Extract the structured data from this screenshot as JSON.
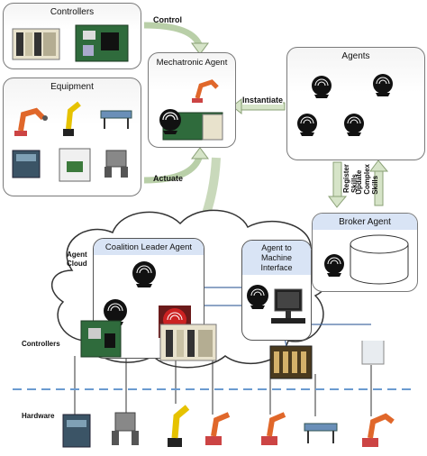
{
  "panels": {
    "controllers": "Controllers",
    "equipment": "Equipment",
    "mechatronic_agent": "Mechatronic Agent",
    "agents": "Agents",
    "broker_agent": "Broker Agent",
    "coalition_leader_agent": "Coalition Leader Agent",
    "agent_to_machine_interface": [
      "Agent to",
      "Machine",
      "Interface"
    ]
  },
  "arrows": {
    "control": "Control",
    "actuate": "Actuate",
    "instantiate": "Instantiate",
    "register_skills": [
      "Register",
      "Skills"
    ],
    "update_complex_skills": [
      "Update",
      "Complex",
      "Skills"
    ]
  },
  "side_labels": {
    "agent_cloud": [
      "Agent",
      "Cloud"
    ],
    "controllers": "Controllers",
    "hardware": "Hardware"
  },
  "colors": {
    "panel_border": "#7a7a7a",
    "blue_header": "#d9e4f5",
    "arrow_fill": "#d6e4c8",
    "dashed_line": "#6b9bd0",
    "connector_line": "#4a6fa5"
  }
}
